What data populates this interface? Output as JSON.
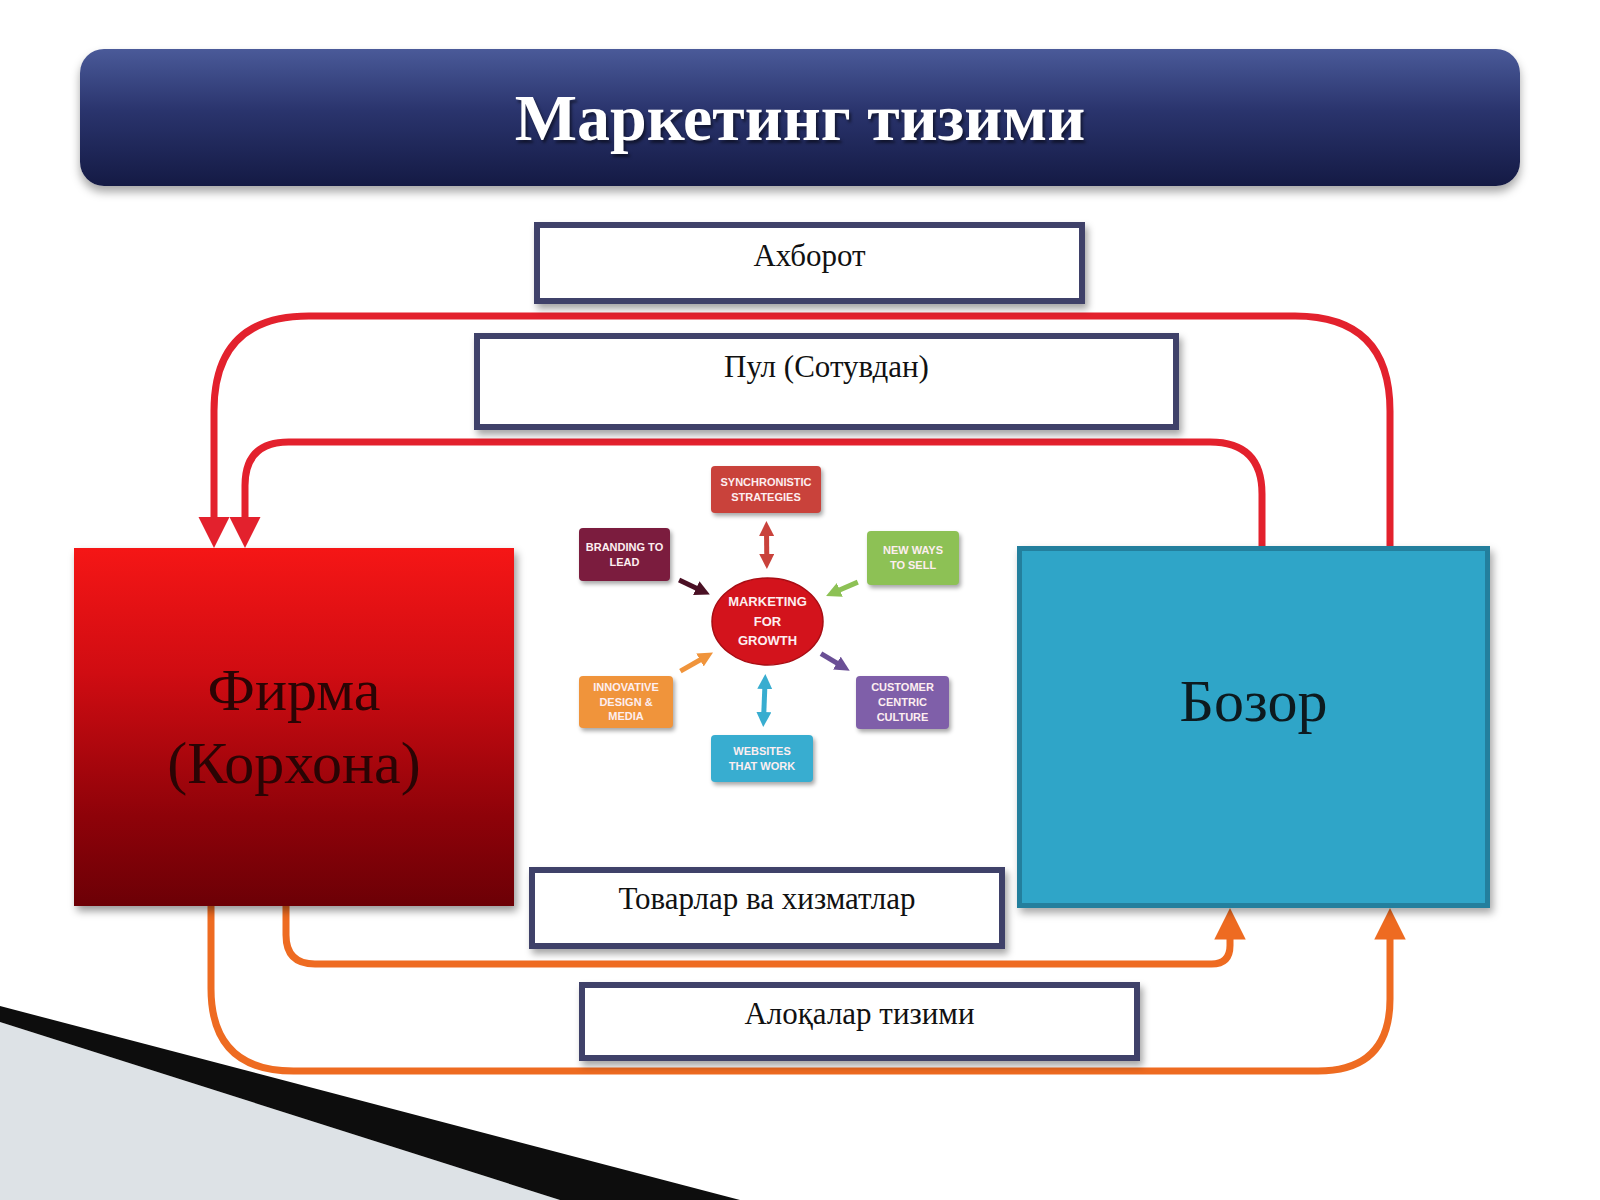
{
  "diagram": {
    "title": "Маркетинг тизими",
    "nodes": [
      {
        "text": [
          "Ахборот"
        ]
      },
      {
        "text": [
          "Пул (Сотувдан)"
        ]
      },
      {
        "text": [
          "Фирма (Корхона)"
        ]
      },
      {
        "text": [
          "SYNCHRONISTIC STRATEGIES"
        ]
      },
      {
        "text": [
          "BRANDING TO LEAD"
        ]
      },
      {
        "text": [
          "NEW WAYS TO SELL"
        ]
      },
      {
        "text": [
          "MARKETING FOR GROWTH"
        ]
      },
      {
        "text": [
          "INNOVATIVE DESIGN & MEDIA"
        ]
      },
      {
        "text": [
          "CUSTOMER CENTRIC CULTURE"
        ]
      },
      {
        "text": [
          "WEBSITES THAT WORK"
        ]
      },
      {
        "text": [
          "Бозор"
        ]
      },
      {
        "text": [
          "Товарлар ва хизматлар"
        ]
      },
      {
        "text": [
          "Алоқалар тизими"
        ]
      }
    ],
    "edges": [
      {
        "from": 10,
        "to": 2,
        "arrow": "to"
      },
      {
        "from": 10,
        "to": 2,
        "arrow": "to"
      },
      {
        "from": 2,
        "to": 10,
        "arrow": "to"
      },
      {
        "from": 2,
        "to": 10,
        "arrow": "to"
      },
      {
        "from": 3,
        "to": 6,
        "arrow": "both"
      },
      {
        "from": 4,
        "to": 6,
        "arrow": "to"
      },
      {
        "from": 5,
        "to": 6,
        "arrow": "to"
      },
      {
        "from": 7,
        "to": 6,
        "arrow": "to"
      },
      {
        "from": 6,
        "to": 8,
        "arrow": "to"
      },
      {
        "from": 9,
        "to": 6,
        "arrow": "both"
      }
    ]
  }
}
